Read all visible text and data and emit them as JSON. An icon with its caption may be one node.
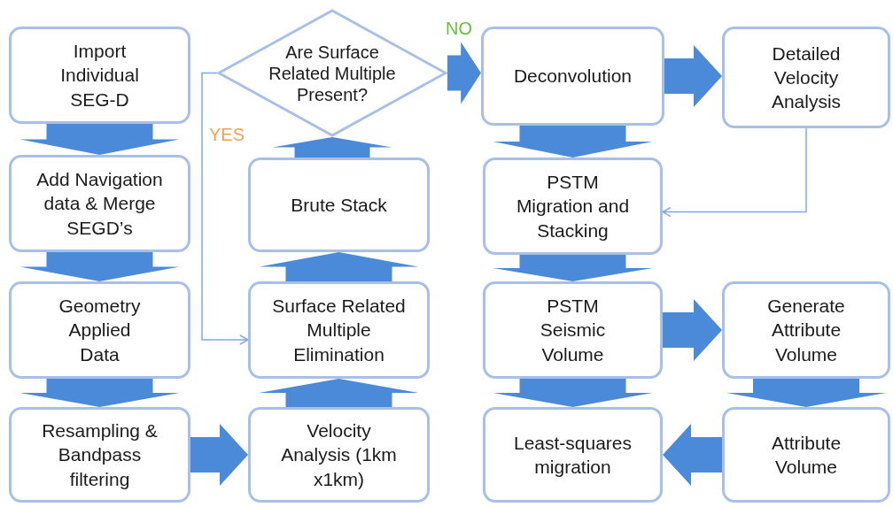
{
  "diagram": {
    "nodes": [
      {
        "text": [
          "Import Individual SEG-D"
        ]
      },
      {
        "text": [
          "Add Navigation data & Merge SEGD’s"
        ]
      },
      {
        "text": [
          "Geometry Applied Data"
        ]
      },
      {
        "text": [
          "Resampling & Bandpass filtering"
        ]
      },
      {
        "text": [
          "Velocity Analysis (1km x1km)"
        ]
      },
      {
        "text": [
          "Surface Related Multiple Elimination"
        ]
      },
      {
        "text": [
          "Brute Stack"
        ]
      },
      {
        "text": [
          "Are Surface Related Multiple Present?"
        ]
      },
      {
        "text": [
          "Deconvolution"
        ]
      },
      {
        "text": [
          "Detailed Velocity Analysis"
        ]
      },
      {
        "text": [
          "PSTM Migration and Stacking"
        ]
      },
      {
        "text": [
          "PSTM Seismic Volume"
        ]
      },
      {
        "text": [
          "Generate Attribute Volume"
        ]
      },
      {
        "text": [
          "Attribute Volume"
        ]
      },
      {
        "text": [
          "Least-squares migration"
        ]
      }
    ],
    "edges": [
      {
        "from": 0,
        "to": 1,
        "arrow": "to",
        "style": "thick"
      },
      {
        "from": 1,
        "to": 2,
        "arrow": "to",
        "style": "thick"
      },
      {
        "from": 2,
        "to": 3,
        "arrow": "to",
        "style": "thick"
      },
      {
        "from": 3,
        "to": 4,
        "arrow": "to",
        "style": "thick"
      },
      {
        "from": 4,
        "to": 5,
        "arrow": "to",
        "style": "thick"
      },
      {
        "from": 5,
        "to": 6,
        "arrow": "to",
        "style": "thick"
      },
      {
        "from": 6,
        "to": 7,
        "arrow": "to",
        "style": "thick"
      },
      {
        "from": 7,
        "to": 8,
        "arrow": "to",
        "style": "thick",
        "label": "NO"
      },
      {
        "from": 7,
        "to": 5,
        "arrow": "to",
        "label": "YES"
      },
      {
        "from": 8,
        "to": 9,
        "arrow": "to",
        "style": "thick"
      },
      {
        "from": 8,
        "to": 10,
        "arrow": "to",
        "style": "thick"
      },
      {
        "from": 9,
        "to": 10,
        "arrow": "to"
      },
      {
        "from": 10,
        "to": 11,
        "arrow": "to",
        "style": "thick"
      },
      {
        "from": 11,
        "to": 12,
        "arrow": "to",
        "style": "thick"
      },
      {
        "from": 11,
        "to": 14,
        "arrow": "to",
        "style": "thick"
      },
      {
        "from": 12,
        "to": 13,
        "arrow": "to",
        "style": "thick"
      },
      {
        "from": 13,
        "to": 14,
        "arrow": "to",
        "style": "thick"
      }
    ]
  }
}
